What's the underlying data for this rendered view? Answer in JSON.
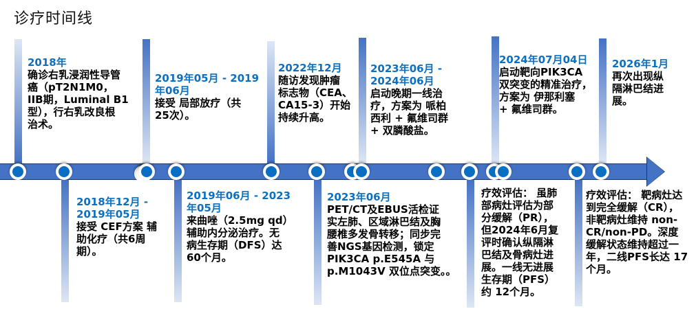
{
  "title": "诊疗时间线",
  "colors": {
    "band": "#4472c4",
    "band_border": "#1f3864",
    "node_fill": "#0a6fc2",
    "date_text": "#0d6fbf",
    "body_text": "#000000",
    "bar_dark": "#4472c4",
    "bar_light": "#dde6f4"
  },
  "events": [
    {
      "position": "top",
      "date": "2018年",
      "desc": "确诊右乳浸润性导管\n癌（pT2N1M0，\nIIB期，Luminal B1\n型），行右乳改良根\n治术。"
    },
    {
      "position": "bottom",
      "date": "2018年12月 -\n2019年05月",
      "desc": "接受 CEF方案 辅\n助化疗（共6周\n期）。"
    },
    {
      "position": "top",
      "date": "2019年05月 - 2019\n年06月",
      "desc": "接受 局部放疗（共\n25次）。"
    },
    {
      "position": "bottom",
      "date": "2019年06月 - 2023\n年05月",
      "desc": "来曲唑（2.5mg qd）\n辅助内分泌治疗。无\n病生存期（DFS）达\n60个月。"
    },
    {
      "position": "top",
      "date": "2022年12月",
      "desc": "随访发现肿瘤\n标志物（CEA、\nCA15-3）开始\n持续升高。"
    },
    {
      "position": "bottom",
      "date": "2023年06月",
      "desc": " PET/CT及EBUS活检证\n实左肺、区域淋巴结及胸\n腰椎多发骨转移；同步完\n善NGS基因检测，锁定\nPIK3CA p.E545A 与\np.M1043V 双位点突变。。"
    },
    {
      "position": "top",
      "date": "2023年06月 -\n2024年06月",
      "desc": " 启动晚期一线治\n疗，方案为 哌柏\n西利 + 氟维司群\n+ 双膦酸盐。"
    },
    {
      "position": "bottom",
      "date": "",
      "desc": "疗效评估： 虽肺\n部病灶评估为部\n分缓解（PR），\n但2024年6月复\n评时确认纵隔淋\n巴结及骨病灶进\n展。一线无进展\n生存期（PFS）\n约 12个月。"
    },
    {
      "position": "top",
      "date": "2024年07月04日",
      "desc": "启动靶向PIK3CA\n双突变的精准治疗，\n方案为 伊那利塞\n+ 氟维司群。"
    },
    {
      "position": "top",
      "date": "2026年1月",
      "desc": "再次出现纵\n隔淋巴结进\n展。"
    },
    {
      "position": "bottom",
      "date": "",
      "desc": "疗效评估： 靶病灶达\n到完全缓解（CR），\n非靶病灶维持 non-\nCR/non-PD。深度\n缓解状态维持超过一\n年，二线PFS长达 17\n个月。"
    }
  ],
  "nodes_x": [
    26,
    93,
    207,
    210,
    213,
    256,
    394,
    460,
    512,
    525,
    634,
    682,
    718,
    731,
    838,
    873
  ]
}
